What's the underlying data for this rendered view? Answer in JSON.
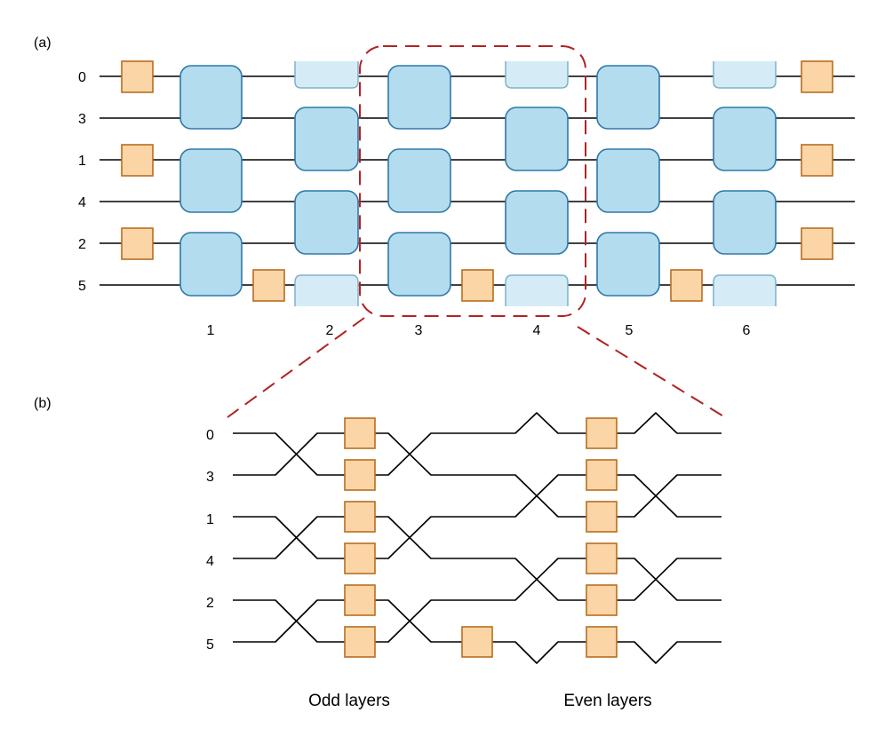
{
  "panel_a": {
    "label": "(a)",
    "wire_labels": [
      "0",
      "3",
      "1",
      "4",
      "2",
      "5"
    ],
    "layer_labels": [
      "1",
      "2",
      "3",
      "4",
      "5",
      "6"
    ]
  },
  "panel_b": {
    "label": "(b)",
    "wire_labels": [
      "0",
      "3",
      "1",
      "4",
      "2",
      "5"
    ],
    "odd_caption": "Odd layers",
    "even_caption": "Even layers"
  },
  "colors": {
    "gate_fill": "#b3dcef",
    "gate_stroke": "#2e78a8",
    "faded_gate_fill": "#d5ecf6",
    "faded_gate_stroke": "#7fb0cc",
    "single_fill": "#fbd5a6",
    "single_stroke": "#b86e20",
    "wire": "#000000",
    "highlight": "#b22222"
  }
}
